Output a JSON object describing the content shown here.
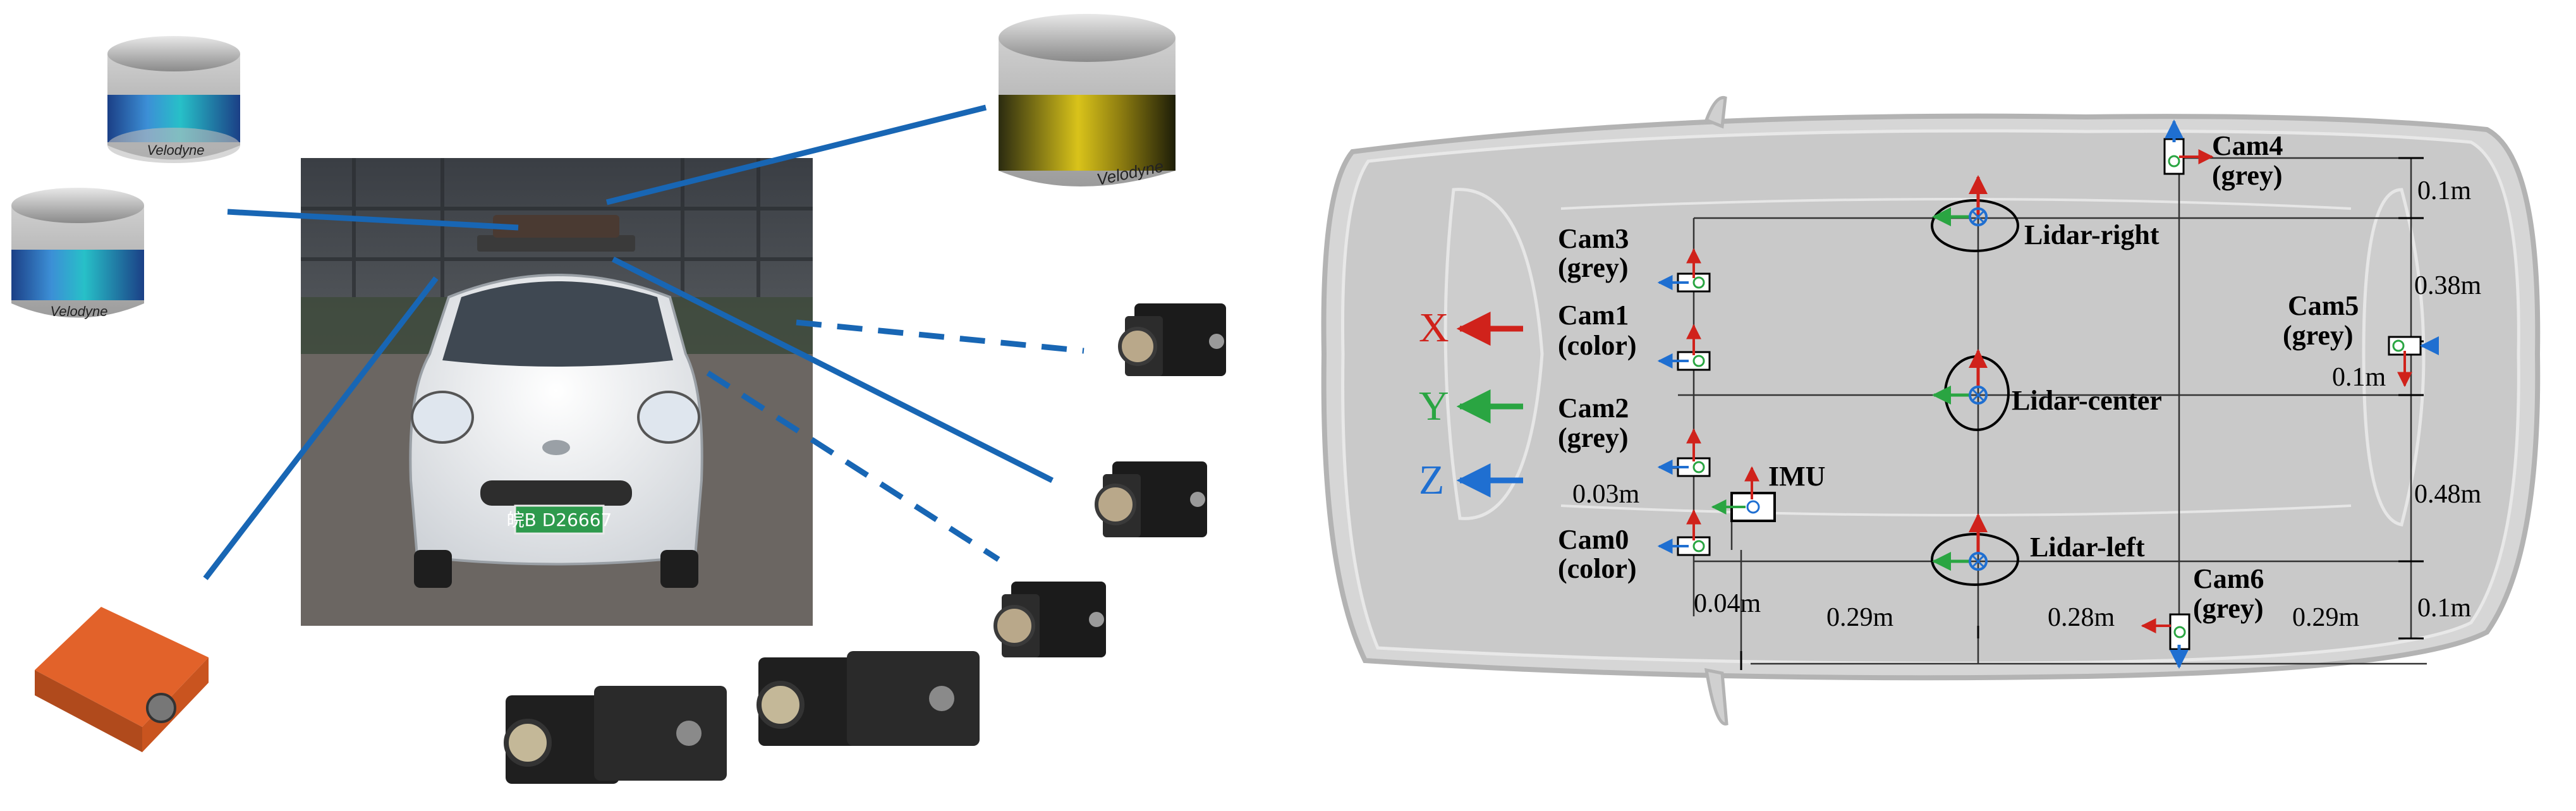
{
  "colors": {
    "x_axis": "#d0221b",
    "y_axis": "#2aa542",
    "z_axis": "#1f6fd1",
    "line_blue": "#1866b4",
    "lidar_band_blue": "#2d6bc2",
    "lidar_band_yellow": "#e6d21a",
    "imu_orange": "#e2622a"
  },
  "left_panel": {
    "lidar_brand_1": "Velodyne",
    "lidar_brand_2": "Velodyne",
    "lidar_brand_3": "Velodyne",
    "license_plate": "皖B D26667"
  },
  "legend": {
    "x": "X",
    "y": "Y",
    "z": "Z"
  },
  "sensors": {
    "cam0": {
      "name": "Cam0",
      "type": "(color)"
    },
    "cam1": {
      "name": "Cam1",
      "type": "(color)"
    },
    "cam2": {
      "name": "Cam2",
      "type": "(grey)"
    },
    "cam3": {
      "name": "Cam3",
      "type": "(grey)"
    },
    "cam4": {
      "name": "Cam4",
      "type": "(grey)"
    },
    "cam5": {
      "name": "Cam5",
      "type": "(grey)"
    },
    "cam6": {
      "name": "Cam6",
      "type": "(grey)"
    },
    "imu": "IMU",
    "lidar_right": "Lidar-right",
    "lidar_center": "Lidar-center",
    "lidar_left": "Lidar-left"
  },
  "dimensions": {
    "d_cam4_top": "0.1m",
    "d_right_span": "0.38m",
    "d_cam5": "0.1m",
    "d_left_span": "0.48m",
    "d_cam6_right": "0.1m",
    "d_imu_vert": "0.03m",
    "d_imu_horiz": "0.04m",
    "d_lidar_x": "0.29m",
    "d_cam6_x": "0.28m",
    "d_cam6_rear": "0.29m"
  }
}
